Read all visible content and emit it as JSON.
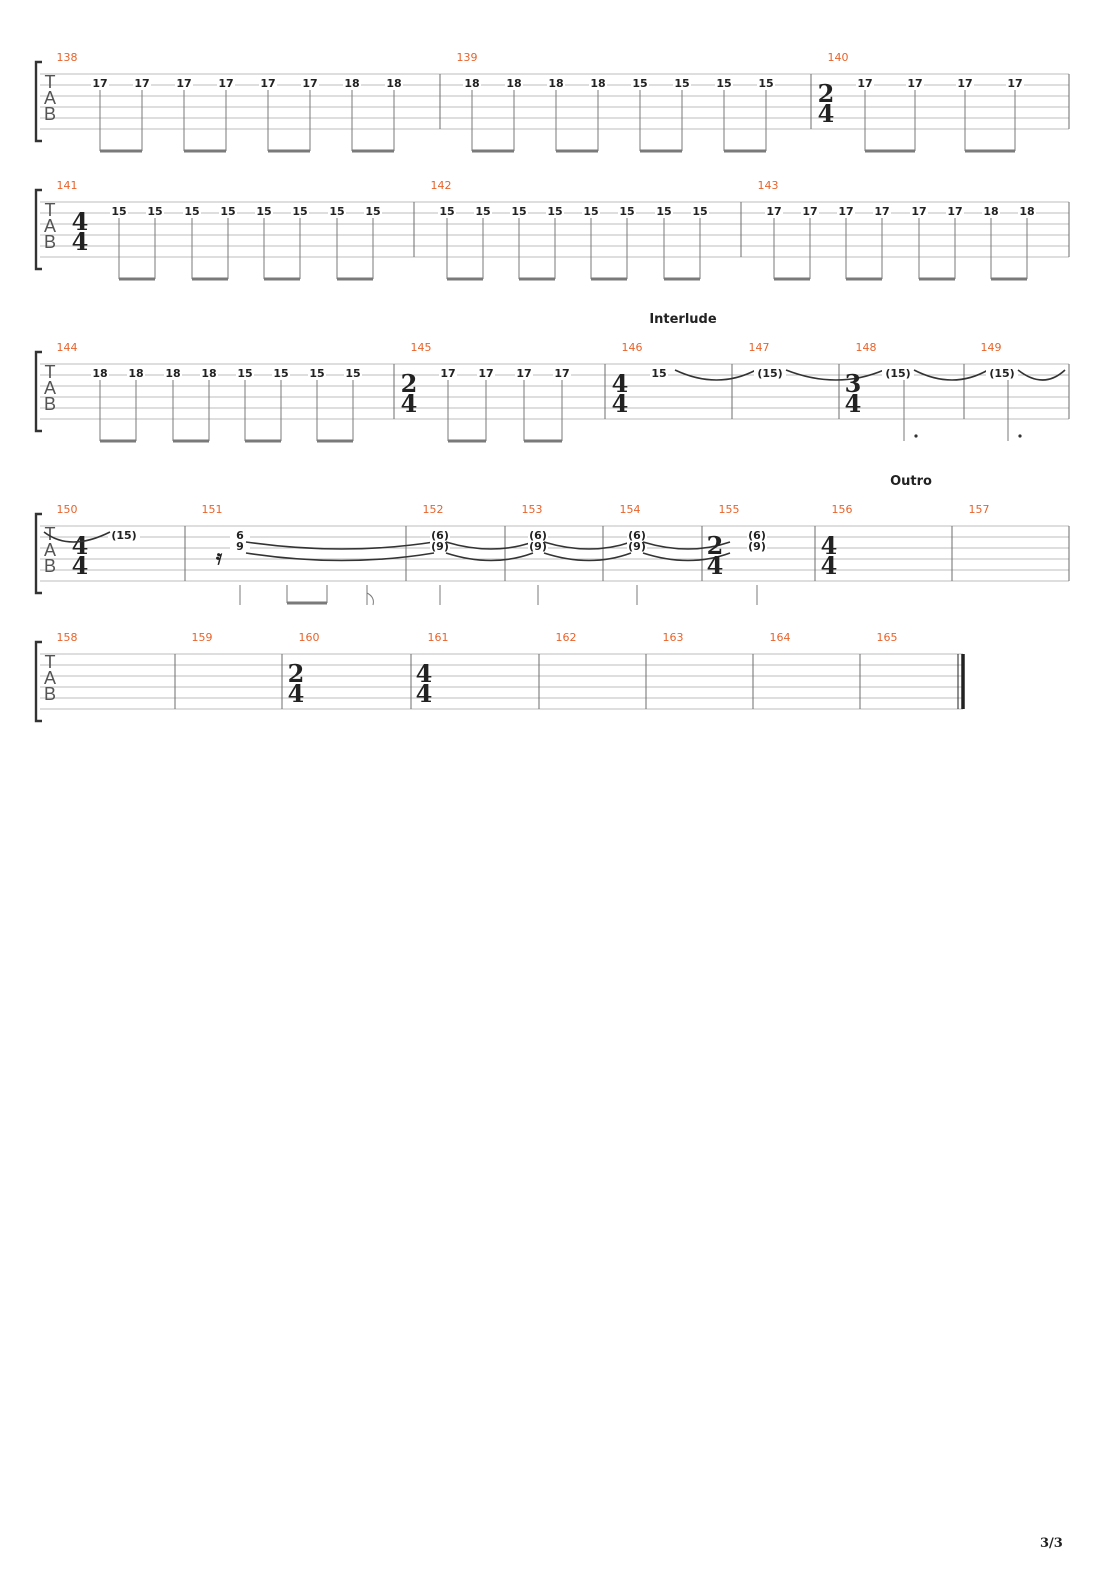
{
  "colors": {
    "bar_number": "#e8632b",
    "staff_line": "#bdbdbd",
    "barline": "#6e6e6e",
    "text": "#222222",
    "beam": "#7a7a7a"
  },
  "tab_label": [
    "T",
    "A",
    "B"
  ],
  "page_number": "3/3",
  "systems": [
    {
      "measures": [
        {
          "number": "138",
          "notes": [
            "17",
            "17",
            "17",
            "17",
            "17",
            "17",
            "18",
            "18"
          ]
        },
        {
          "number": "139",
          "notes": [
            "18",
            "18",
            "18",
            "18",
            "15",
            "15",
            "15",
            "15"
          ]
        },
        {
          "number": "140",
          "time_sig": [
            "2",
            "4"
          ],
          "notes": [
            "17",
            "17",
            "17",
            "17"
          ]
        }
      ]
    },
    {
      "measures": [
        {
          "number": "141",
          "time_sig": [
            "4",
            "4"
          ],
          "notes": [
            "15",
            "15",
            "15",
            "15",
            "15",
            "15",
            "15",
            "15"
          ]
        },
        {
          "number": "142",
          "notes": [
            "15",
            "15",
            "15",
            "15",
            "15",
            "15",
            "15",
            "15"
          ]
        },
        {
          "number": "143",
          "notes": [
            "17",
            "17",
            "17",
            "17",
            "17",
            "17",
            "18",
            "18"
          ]
        }
      ]
    },
    {
      "section": "Interlude",
      "measures": [
        {
          "number": "144",
          "notes": [
            "18",
            "18",
            "18",
            "18",
            "15",
            "15",
            "15",
            "15"
          ]
        },
        {
          "number": "145",
          "time_sig": [
            "2",
            "4"
          ],
          "notes": [
            "17",
            "17",
            "17",
            "17"
          ]
        },
        {
          "number": "146",
          "time_sig": [
            "4",
            "4"
          ],
          "notes": [
            "15"
          ]
        },
        {
          "number": "147",
          "notes": [
            "(15)"
          ]
        },
        {
          "number": "148",
          "time_sig": [
            "3",
            "4"
          ],
          "notes": [
            "(15)"
          ]
        },
        {
          "number": "149",
          "notes": [
            "(15)"
          ]
        }
      ]
    },
    {
      "section": "Outro",
      "measures": [
        {
          "number": "150",
          "time_sig": [
            "4",
            "4"
          ],
          "notes": [
            "(15)"
          ]
        },
        {
          "number": "151",
          "notes": [
            "6",
            "9"
          ]
        },
        {
          "number": "152",
          "notes": [
            "(6)",
            "(9)"
          ]
        },
        {
          "number": "153",
          "notes": [
            "(6)",
            "(9)"
          ]
        },
        {
          "number": "154",
          "notes": [
            "(6)",
            "(9)"
          ]
        },
        {
          "number": "155",
          "time_sig": [
            "2",
            "4"
          ],
          "notes": [
            "(6)",
            "(9)"
          ]
        },
        {
          "number": "156",
          "time_sig": [
            "4",
            "4"
          ],
          "notes": []
        },
        {
          "number": "157",
          "notes": []
        }
      ]
    },
    {
      "measures": [
        {
          "number": "158",
          "notes": []
        },
        {
          "number": "159",
          "notes": []
        },
        {
          "number": "160",
          "time_sig": [
            "2",
            "4"
          ],
          "notes": []
        },
        {
          "number": "161",
          "time_sig": [
            "4",
            "4"
          ],
          "notes": []
        },
        {
          "number": "162",
          "notes": []
        },
        {
          "number": "163",
          "notes": []
        },
        {
          "number": "164",
          "notes": []
        },
        {
          "number": "165",
          "notes": []
        }
      ]
    }
  ]
}
